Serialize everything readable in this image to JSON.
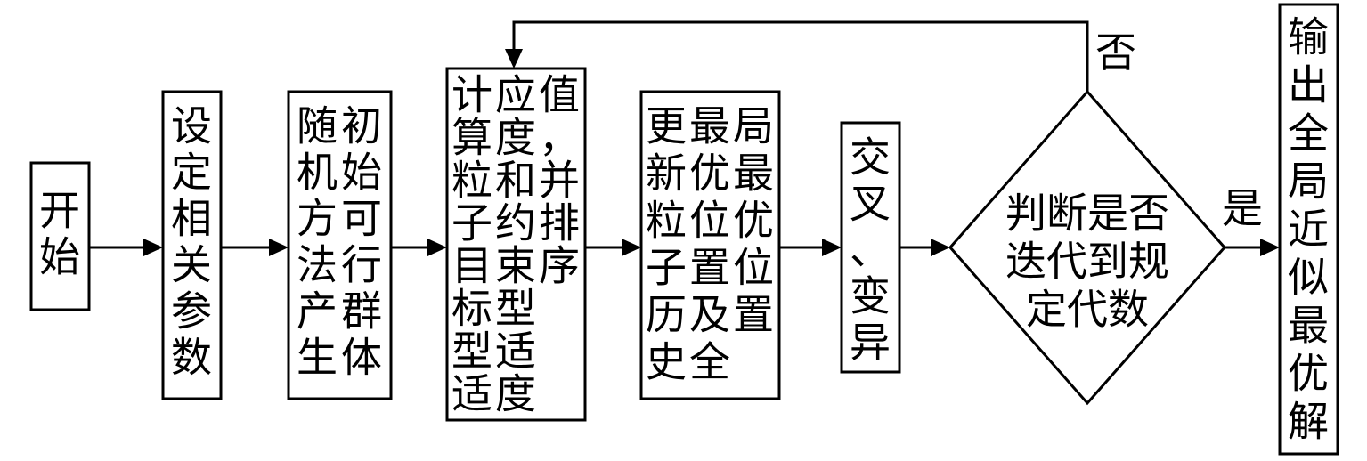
{
  "nodes": {
    "start": "开始",
    "set_params": "设定相关参数",
    "init_population": "随机方法产生初始可行群体",
    "compute_fitness": "计算粒子目标型适应度和约束型适度值，并排序",
    "update_best": "更新粒子历史最优位置及全局最优位置",
    "crossover": "交叉、变异",
    "decision": "判断是否迭代到规定代数",
    "output": "输出全局近似最优解"
  },
  "edges": {
    "no_label": "否",
    "yes_label": "是"
  }
}
